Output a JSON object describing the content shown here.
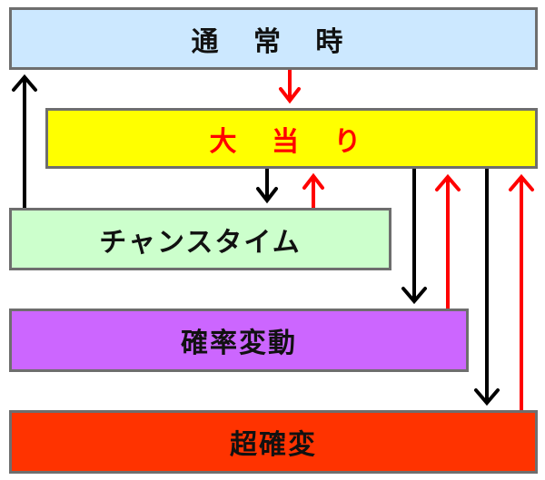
{
  "states": {
    "normal": {
      "label": "通 常 時",
      "fill": "#cce8ff"
    },
    "bigwin": {
      "label": "大 当 り",
      "fill": "#ffff00",
      "text_color": "#ff0000"
    },
    "chance": {
      "label": "チャンスタイム",
      "fill": "#ccffcc"
    },
    "kakuhen": {
      "label": "確率変動",
      "fill": "#cc66ff"
    },
    "chokaku": {
      "label": "超確変",
      "fill": "#ff3300"
    }
  },
  "colors": {
    "arrow_black": "#000000",
    "arrow_red": "#ff0000",
    "border": "#6e6e6e"
  },
  "transitions": [
    {
      "from": "chance",
      "to": "normal",
      "color": "black"
    },
    {
      "from": "normal",
      "to": "bigwin",
      "color": "red"
    },
    {
      "from": "bigwin",
      "to": "chance",
      "color": "black"
    },
    {
      "from": "chance",
      "to": "bigwin",
      "color": "red"
    },
    {
      "from": "bigwin",
      "to": "kakuhen",
      "color": "black"
    },
    {
      "from": "kakuhen",
      "to": "bigwin",
      "color": "red"
    },
    {
      "from": "bigwin",
      "to": "chokaku",
      "color": "black"
    },
    {
      "from": "chokaku",
      "to": "bigwin",
      "color": "red"
    }
  ]
}
